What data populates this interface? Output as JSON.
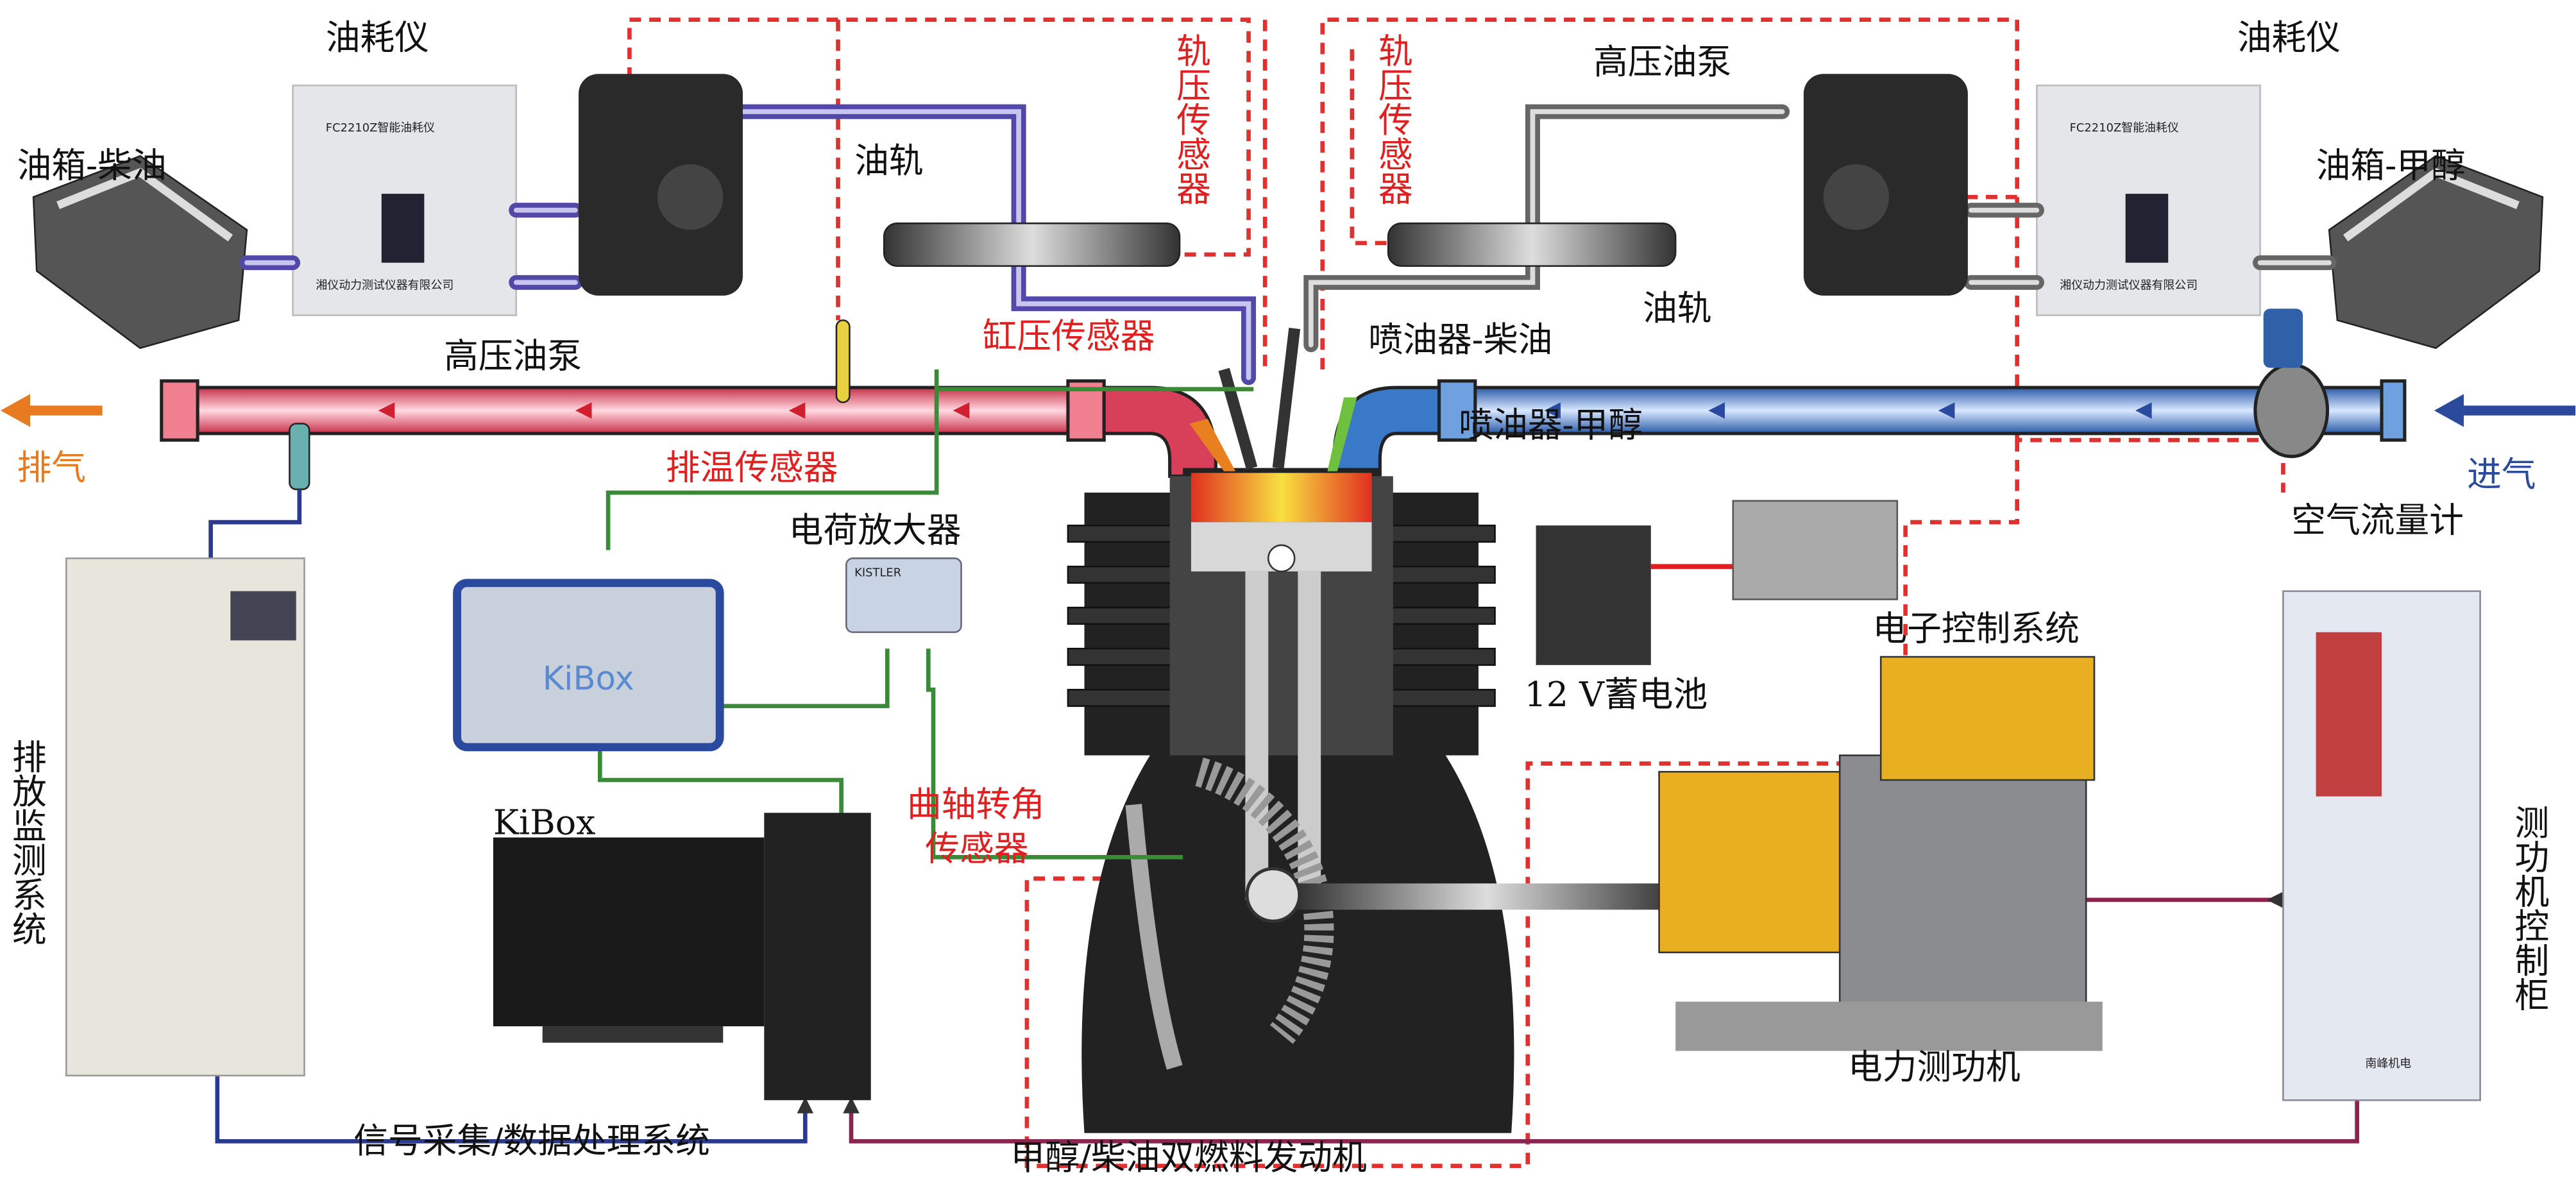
{
  "labels": {
    "tank_diesel": "油箱-柴油",
    "tank_methanol": "油箱-甲醇",
    "fuel_meter_left": "油耗仪",
    "fuel_meter_right": "油耗仪",
    "hp_pump_left": "高压油泵",
    "hp_pump_right": "高压油泵",
    "rail_left": "油轨",
    "rail_right": "油轨",
    "rail_sensor_left": "轨压传感器",
    "rail_sensor_right": "轨压传感器",
    "cyl_sensor": "缸压传感器",
    "injector_diesel": "喷油器-柴油",
    "injector_methanol": "喷油器-甲醇",
    "exhaust_temp_sensor": "排温传感器",
    "exhaust": "排气",
    "intake": "进气",
    "charge_amp": "电荷放大器",
    "airflow_meter": "空气流量计",
    "battery": "12 V蓄电池",
    "ecu": "电子控制系统",
    "kibox": "KiBox",
    "crank_sensor_1": "曲轴转角",
    "crank_sensor_2": "传感器",
    "emission_system": "排放监测系统",
    "dyno_cabinet": "测功机控制柜",
    "daq_system": "信号采集/数据处理系统",
    "engine": "甲醇/柴油双燃料发动机",
    "dynamometer": "电力测功机"
  },
  "device_text": {
    "fuel_meter_model": "FC2210Z智能油耗仪",
    "fuel_meter_maker": "湘仪动力测试仪器有限公司",
    "kibox_logo": "KiBox",
    "amp_logo": "KISTLER",
    "cabinet_logo": "南峰机电"
  },
  "colors": {
    "exhaust_pipe": "#e8506a",
    "intake_pipe": "#4a80d0",
    "diesel_line": "#7b6fc8",
    "methanol_line": "#9a9a9a",
    "control_wire": "#e03030",
    "signal_wire": "#3a8a3a",
    "sensor_label": "#e02020",
    "exhaust_arrow": "#e87a20",
    "intake_arrow": "#2b4a9c"
  }
}
